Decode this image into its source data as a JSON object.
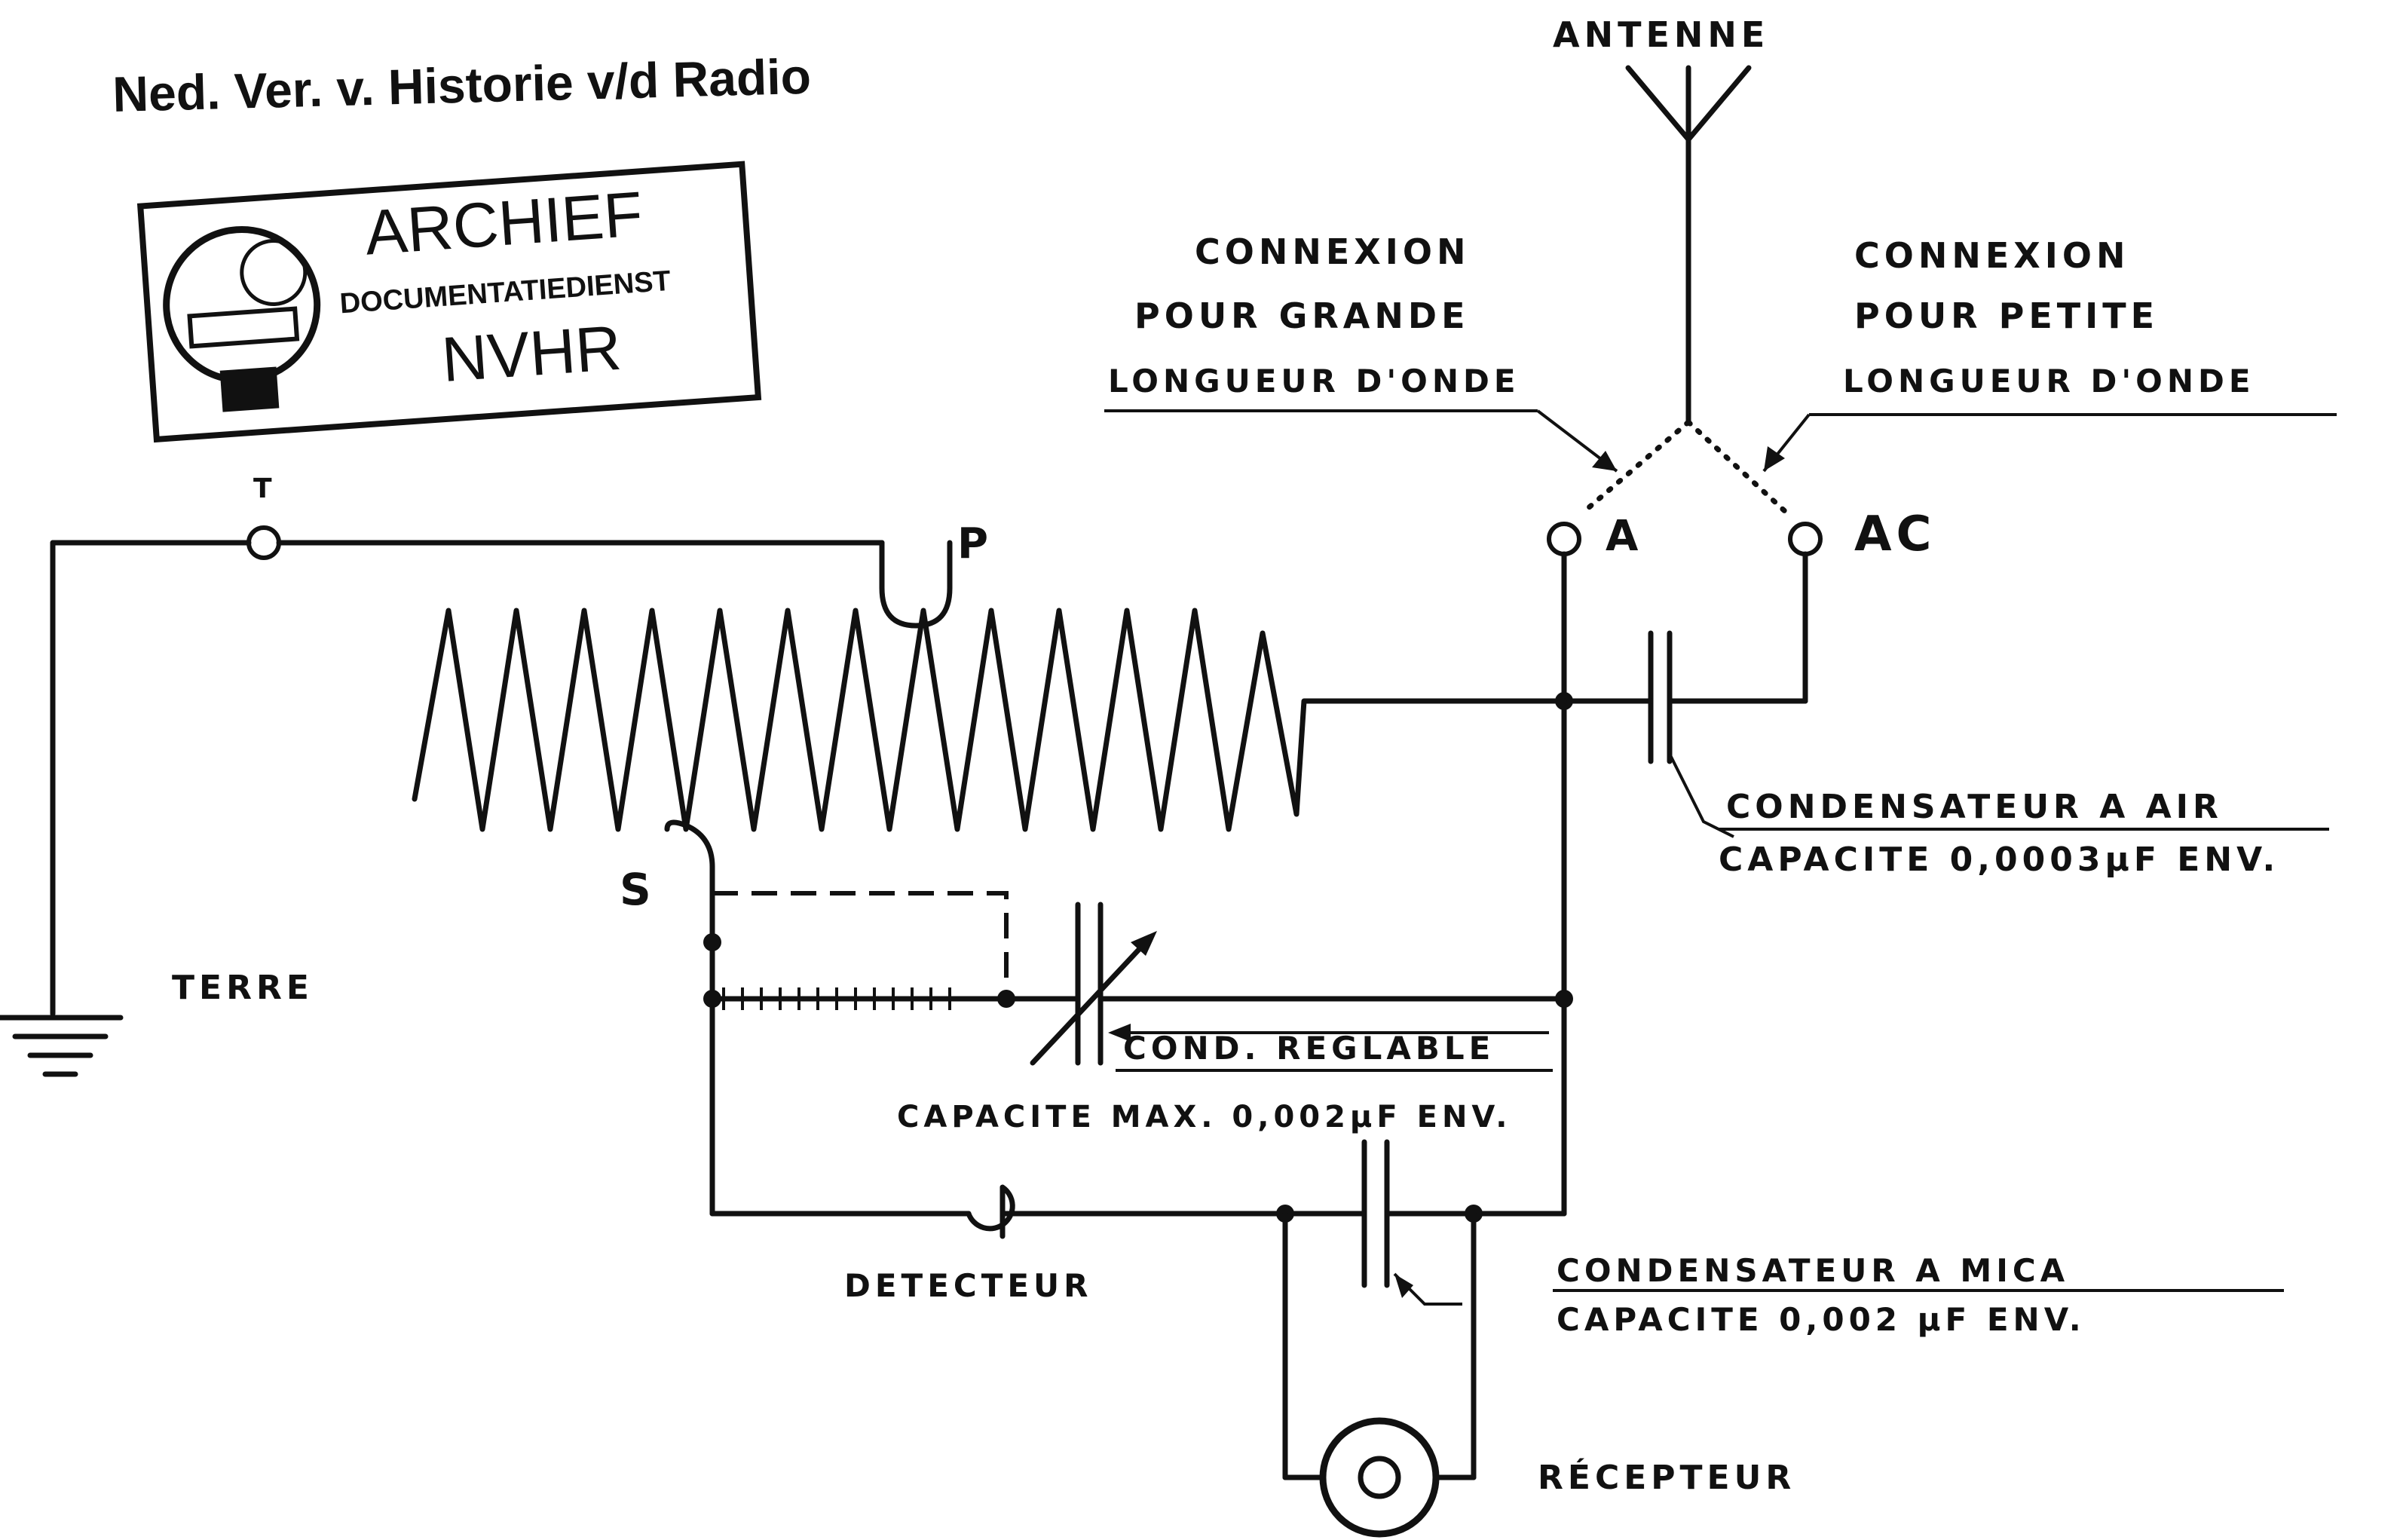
{
  "header": {
    "title": "Ned. Ver. v. Historie v/d Radio"
  },
  "stamp": {
    "line1": "ARCHIEF",
    "line2": "DOCUMENTATIEDIENST",
    "line3": "NVHR"
  },
  "labels": {
    "antenna": "ANTENNE",
    "conn_long_1": "CONNEXION",
    "conn_long_2": "POUR GRANDE",
    "conn_long_3": "LONGUEUR D'ONDE",
    "conn_short_1": "CONNEXION",
    "conn_short_2": "POUR PETITE",
    "conn_short_3": "LONGUEUR D'ONDE",
    "terminal_t": "T",
    "terminal_p": "P",
    "terminal_a": "A",
    "terminal_ac": "AC",
    "terminal_s": "S",
    "ground": "TERRE",
    "air_cap_1": "CONDENSATEUR A AIR",
    "air_cap_2": "CAPACITE 0,0003μF ENV.",
    "var_cap_1": "COND. REGLABLE",
    "var_cap_2": "CAPACITE MAX. 0,002μF ENV.",
    "detector": "DETECTEUR",
    "mica_cap_1": "CONDENSATEUR A MICA",
    "mica_cap_2": "CAPACITE 0,002 μF ENV.",
    "receiver": "RÉCEPTEUR"
  }
}
